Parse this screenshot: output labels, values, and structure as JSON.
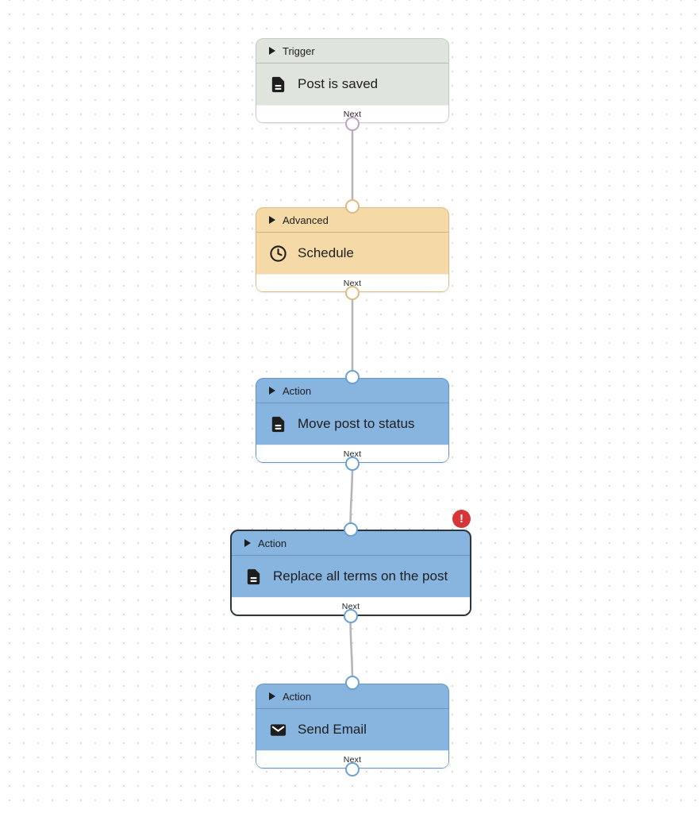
{
  "canvas": {
    "background_color": "#ffffff",
    "dot_color": "#d4d4d4",
    "edge_color": "#b3b3b9"
  },
  "error_badge": {
    "symbol": "!",
    "color": "#d63638"
  },
  "nodes": [
    {
      "category": "Trigger",
      "title": "Post is saved",
      "icon": "post-icon",
      "footer_label": "Next",
      "selected": false,
      "has_error": false,
      "has_input_port": false,
      "colors": {
        "bg": "#dfe5dc",
        "border": "#c6cdc2",
        "port": "#c2a0c8"
      }
    },
    {
      "category": "Advanced",
      "title": "Schedule",
      "icon": "clock-icon",
      "footer_label": "Next",
      "selected": false,
      "has_error": false,
      "has_input_port": true,
      "colors": {
        "bg": "#f5d9a6",
        "border": "#dcbc81",
        "port": "#dcbc81"
      }
    },
    {
      "category": "Action",
      "title": "Move post to status",
      "icon": "post-icon",
      "footer_label": "Next",
      "selected": false,
      "has_error": false,
      "has_input_port": true,
      "colors": {
        "bg": "#87b5e0",
        "border": "#6096c9",
        "port": "#6ba0d4"
      }
    },
    {
      "category": "Action",
      "title": "Replace all terms on the post",
      "icon": "post-icon",
      "footer_label": "Next",
      "selected": true,
      "has_error": true,
      "has_input_port": true,
      "colors": {
        "bg": "#87b5e0",
        "border": "#2f353b",
        "port": "#6ba0d4"
      }
    },
    {
      "category": "Action",
      "title": "Send Email",
      "icon": "email-icon",
      "footer_label": "Next",
      "selected": false,
      "has_error": false,
      "has_input_port": true,
      "colors": {
        "bg": "#87b5e0",
        "border": "#6096c9",
        "port": "#6ba0d4"
      }
    }
  ]
}
